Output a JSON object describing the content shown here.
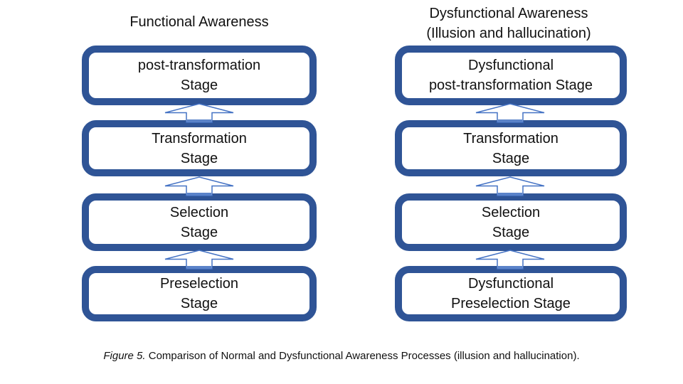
{
  "colors": {
    "box_border": "#2F5496",
    "arrow_outline": "#4472C4",
    "arrow_fill": "#FFFFFF",
    "arrow_tail_accent": "#5B83C9",
    "text": "#111111",
    "background": "#FFFFFF"
  },
  "icons": {
    "up_arrow": "block-up-arrow"
  },
  "columns": [
    {
      "id": "functional",
      "title_lines": [
        "Functional Awareness"
      ],
      "stages_top_to_bottom": [
        {
          "lines": [
            "post-transformation",
            "Stage"
          ]
        },
        {
          "lines": [
            "Transformation",
            "Stage"
          ]
        },
        {
          "lines": [
            "Selection",
            "Stage"
          ]
        },
        {
          "lines": [
            "Preselection",
            "Stage"
          ]
        }
      ]
    },
    {
      "id": "dysfunctional",
      "title_lines": [
        "Dysfunctional Awareness",
        "(Illusion and hallucination)"
      ],
      "stages_top_to_bottom": [
        {
          "lines": [
            "Dysfunctional",
            "post-transformation Stage"
          ]
        },
        {
          "lines": [
            "Transformation",
            "Stage"
          ]
        },
        {
          "lines": [
            "Selection",
            "Stage"
          ]
        },
        {
          "lines": [
            "Dysfunctional",
            "Preselection Stage"
          ]
        }
      ]
    }
  ],
  "caption": {
    "label": "Figure 5.",
    "text": " Comparison of Normal and Dysfunctional Awareness Processes (illusion and hallucination)."
  }
}
